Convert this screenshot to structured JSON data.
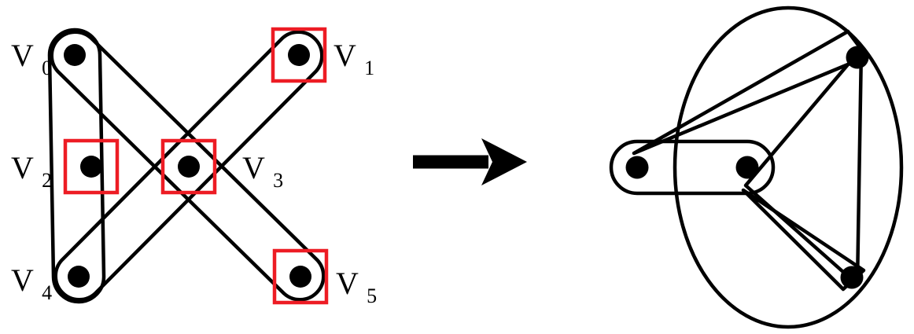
{
  "figure": {
    "colors": {
      "ink": "#000000",
      "highlight": "#ed1c24",
      "background": "#ffffff"
    }
  },
  "left_graph": {
    "vertices": [
      {
        "id": "v0",
        "label": "V",
        "sub": "0",
        "highlighted": false
      },
      {
        "id": "v1",
        "label": "V",
        "sub": "1",
        "highlighted": true
      },
      {
        "id": "v2",
        "label": "V",
        "sub": "2",
        "highlighted": true
      },
      {
        "id": "v3",
        "label": "V",
        "sub": "3",
        "highlighted": true
      },
      {
        "id": "v4",
        "label": "V",
        "sub": "4",
        "highlighted": false
      },
      {
        "id": "v5",
        "label": "V",
        "sub": "5",
        "highlighted": true
      }
    ],
    "hyperedges": [
      {
        "shape": "capsule",
        "vertices": [
          "v0",
          "v2",
          "v4"
        ]
      },
      {
        "shape": "capsule",
        "vertices": [
          "v0",
          "v3",
          "v5"
        ]
      },
      {
        "shape": "capsule",
        "vertices": [
          "v4",
          "v3",
          "v1"
        ]
      }
    ],
    "highlighted_vertices": [
      "v1",
      "v2",
      "v3",
      "v5"
    ]
  },
  "arrow": {
    "direction": "right"
  },
  "right_graph": {
    "vertices": [
      {
        "id": "u-left"
      },
      {
        "id": "u-middle"
      },
      {
        "id": "u-top"
      },
      {
        "id": "u-bottom"
      }
    ],
    "hyperedges": [
      {
        "shape": "ellipse",
        "vertices": [
          "u-top",
          "u-bottom"
        ]
      },
      {
        "shape": "capsule",
        "vertices": [
          "u-left",
          "u-middle"
        ]
      },
      {
        "shape": "wedge",
        "vertices": [
          "u-left",
          "u-top"
        ]
      },
      {
        "shape": "triangle",
        "vertices": [
          "u-middle",
          "u-top",
          "u-bottom"
        ]
      },
      {
        "shape": "wedge",
        "vertices": [
          "u-middle",
          "u-bottom"
        ]
      }
    ]
  }
}
